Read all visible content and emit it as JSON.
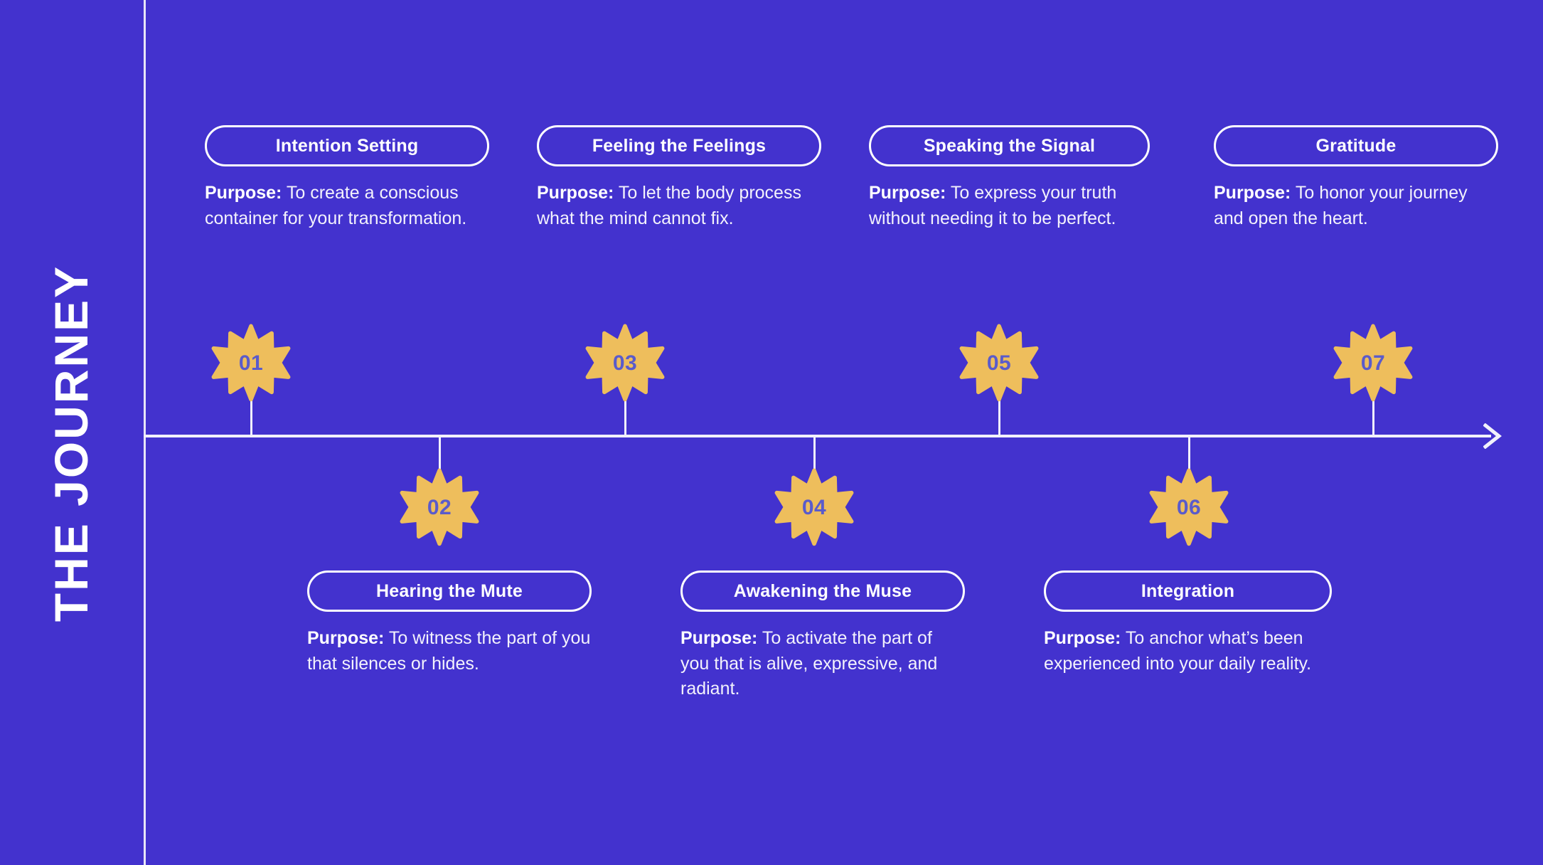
{
  "theme": {
    "background": "#4332CE",
    "line": "#F2F1FB",
    "badge_fill": "#EEBE5C",
    "badge_text": "#5A5BCB",
    "text": "#FFFFFF"
  },
  "side_title": "THE JOURNEY",
  "purpose_label": "Purpose:",
  "steps": [
    {
      "number": "01",
      "title": "Intention Setting",
      "purpose": "To create a conscious container for your transformation.",
      "side": "top"
    },
    {
      "number": "02",
      "title": "Hearing the Mute",
      "purpose": "To witness the part of you that silences or hides.",
      "side": "bottom"
    },
    {
      "number": "03",
      "title": "Feeling the Feelings",
      "purpose": "To let the body process what the mind cannot fix.",
      "side": "top"
    },
    {
      "number": "04",
      "title": "Awakening the Muse",
      "purpose": "To activate the part of you that is alive, expressive, and radiant.",
      "side": "bottom"
    },
    {
      "number": "05",
      "title": "Speaking the Signal",
      "purpose": "To express your truth without needing it to be perfect.",
      "side": "top"
    },
    {
      "number": "06",
      "title": "Integration",
      "purpose": "To anchor what’s been experienced into your daily reality.",
      "side": "bottom"
    },
    {
      "number": "07",
      "title": "Gratitude",
      "purpose": "To honor your journey and open the heart.",
      "side": "top"
    }
  ]
}
